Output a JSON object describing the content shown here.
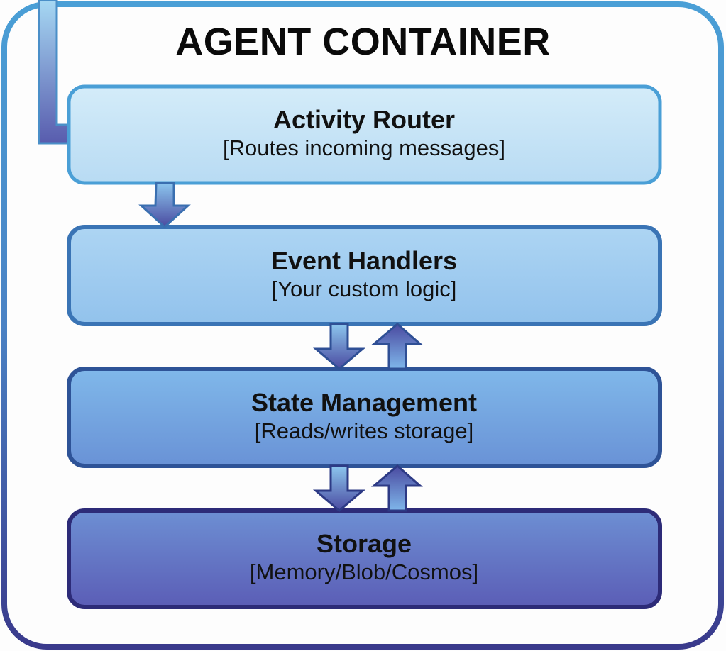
{
  "diagram": {
    "title": "AGENT CONTAINER",
    "colors": {
      "container_border_top": "#4a9fd6",
      "container_border_bottom": "#3a3a8c",
      "text": "#111111"
    },
    "layers": [
      {
        "id": "activity-router",
        "title": "Activity Router",
        "subtitle": "[Routes incoming messages]",
        "fill_top": "#d2ebf8",
        "fill_bottom": "#b9dcf3",
        "border": "#4a9fd6"
      },
      {
        "id": "event-handlers",
        "title": "Event Handlers",
        "subtitle": "[Your custom logic]",
        "fill_top": "#aed6f3",
        "fill_bottom": "#93c3ec",
        "border": "#3a78b8"
      },
      {
        "id": "state-management",
        "title": "State Management",
        "subtitle": "[Reads/writes storage]",
        "fill_top": "#7fb6e8",
        "fill_bottom": "#6a94d6",
        "border": "#2f569a"
      },
      {
        "id": "storage",
        "title": "Storage",
        "subtitle": "[Memory/Blob/Cosmos]",
        "fill_top": "#6b8bd0",
        "fill_bottom": "#5c5fb8",
        "border": "#2e2c7a"
      }
    ],
    "connections": [
      {
        "from": "external",
        "to": "activity-router",
        "direction": "in"
      },
      {
        "from": "activity-router",
        "to": "event-handlers",
        "direction": "down"
      },
      {
        "from": "event-handlers",
        "to": "state-management",
        "direction": "bidirectional"
      },
      {
        "from": "state-management",
        "to": "storage",
        "direction": "bidirectional"
      }
    ]
  }
}
